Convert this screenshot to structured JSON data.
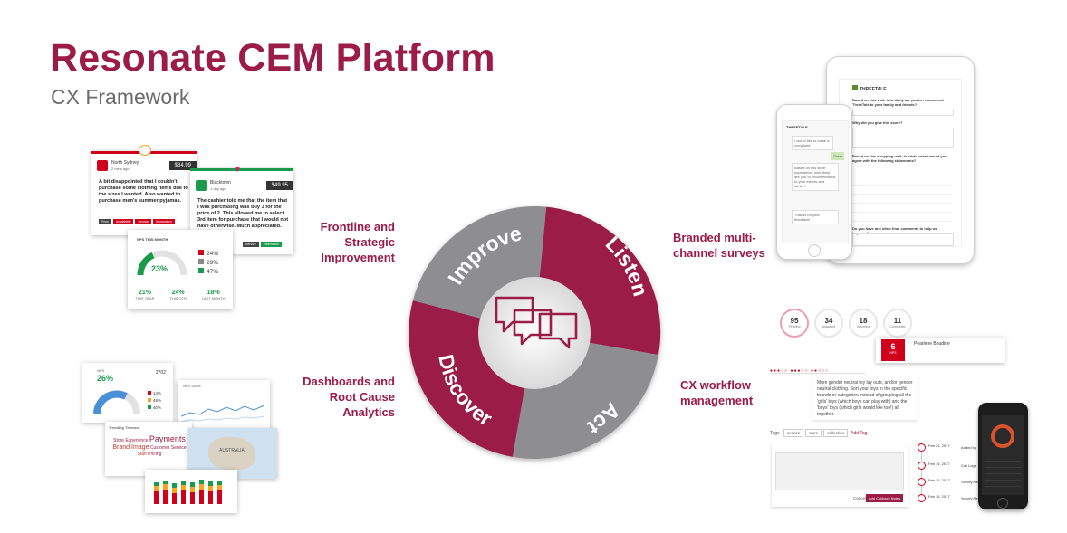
{
  "header": {
    "title": "Resonate CEM Platform",
    "subtitle": "CX Framework"
  },
  "cycle": {
    "segments": [
      "Improve",
      "Listen",
      "Act",
      "Discover"
    ],
    "colors": {
      "crimson": "#9b1c47",
      "gray": "#8e8e90",
      "center": "#ececec",
      "icon": "#9b1c47"
    },
    "center_icon": "chat-bubbles-icon"
  },
  "captions": {
    "improve": [
      "Frontline and",
      "Strategic",
      "Improvement"
    ],
    "listen": [
      "Branded multi-",
      "channel surveys"
    ],
    "discover": [
      "Dashboards  and",
      "Root Cause",
      "Analytics"
    ],
    "act": [
      "CX workflow",
      "management"
    ]
  },
  "feedback_cards": {
    "card1": {
      "store": "North Sydney",
      "time": "2 mins ago",
      "price": "$34.99",
      "text": "A bit disappointed that I couldn't purchase some clothing items due to the sizes I wanted. Also wanted to purchase men's summer pyjamas.",
      "tags": [
        "Price",
        "Availability",
        "Service",
        "Information"
      ]
    },
    "card2": {
      "store": "Blacktown",
      "time": "1 day ago",
      "price": "$49.95",
      "text": "The cashier told me that the item that I was purchasing was buy 3 for the price of 2. This allowed me to select 3rd item for purchase that I would not have otherwise. Much appreciated.",
      "tags": [
        "Service",
        "Information"
      ]
    },
    "nps": {
      "title": "NPS THIS MONTH",
      "value": "23%",
      "breakdown": [
        "24%",
        "29%",
        "47%"
      ],
      "stats": [
        {
          "value": "21%",
          "label": "THIS YEAR"
        },
        {
          "value": "24%",
          "label": "THIS QTR"
        },
        {
          "value": "18%",
          "label": "LAST MONTH"
        }
      ]
    }
  },
  "devices": {
    "brand": "THREETALE",
    "tablet_questions": [
      "Based on this visit, how likely are you to recommend ThreeTale to your family and friends?",
      "Why did you give this score?",
      "Based on this shopping visit, to what extent would you agree with the following statements?",
      "Do you have any other final comments to help us improve?"
    ],
    "phone_messages": [
      "I would like to make a complaint.",
      "Great",
      "Based on this store experience, how likely are you to recommend us to your friends and family?",
      "Thanks for your feedback!"
    ]
  },
  "dashboard": {
    "nps_label": "NPS",
    "nps_value": "26%",
    "count": "2702",
    "breakdown": [
      "14%",
      "46%",
      "40%"
    ],
    "chart_title": "NPS Score",
    "themes_title": "Trending Themes",
    "word_cloud": [
      "Payments",
      "Brand Image",
      "Store Experience",
      "Customer Service",
      "Staff",
      "Pricing"
    ],
    "map_label": "AUSTRALIA"
  },
  "workflow": {
    "stats": [
      {
        "value": "95",
        "label": "Pending"
      },
      {
        "value": "34",
        "label": "Assigned"
      },
      {
        "value": "18",
        "label": "Actioned"
      },
      {
        "value": "11",
        "label": "Completed"
      }
    ],
    "nps_score": "6",
    "nps_label": "NPS",
    "customer": "Pearlene Boudine",
    "comment": "More gender neutral toy lay outs, and/or gender neutral clothing. Sort your toys in the specific brands or categories instead of grouping all the 'girls' toys (which boys can play with) and the 'boys' toys (which girls would like too!) all together.",
    "tags_label": "Tags",
    "tags": [
      "service",
      "store",
      "collection"
    ],
    "add_tag": "Add Tag +",
    "cancel": "Cancel",
    "add_note": "Add Callback Notes",
    "timeline": [
      {
        "date": "Feb 21, 2017",
        "action": "Added by"
      },
      {
        "date": "Feb 16, 2017",
        "action": "Call Logs"
      },
      {
        "date": "Feb 16, 2017",
        "action": "Survey Ra"
      },
      {
        "date": "Feb 16, 2017",
        "action": "Survey Re"
      }
    ]
  }
}
